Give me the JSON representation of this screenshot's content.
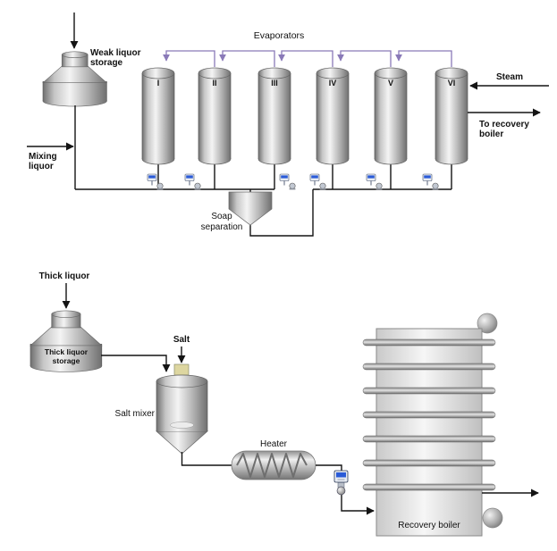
{
  "top": {
    "title": "Evaporators",
    "weak_storage": {
      "l1": "Weak liquor",
      "l2": "storage"
    },
    "mixing": {
      "l1": "Mixing",
      "l2": "liquor"
    },
    "steam": "Steam",
    "to_recovery": {
      "l1": "To recovery",
      "l2": "boiler"
    },
    "soap": {
      "l1": "Soap",
      "l2": "separation"
    },
    "evaporators": [
      "I",
      "II",
      "III",
      "IV",
      "V",
      "VI"
    ]
  },
  "bottom": {
    "thick_liquor": "Thick liquor",
    "thick_storage": {
      "l1": "Thick liquor",
      "l2": "storage"
    },
    "salt": "Salt",
    "salt_mixer": "Salt mixer",
    "heater": "Heater",
    "recovery_boiler": "Recovery boiler"
  },
  "colors": {
    "vapor_line": "#8a7ab8",
    "pipe": "#141414",
    "instrument_screen": "#2a5bd7",
    "salt_cap": "#ddd6a0"
  }
}
